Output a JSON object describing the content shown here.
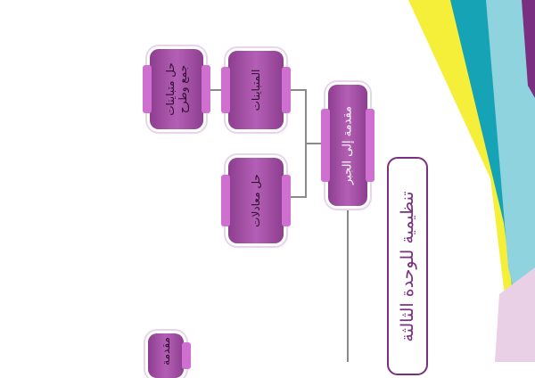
{
  "title": "تنظيمية للوحدة الثالثة",
  "nodes": {
    "root": "مقدمة إلى الجبر",
    "child1": "المتباينات",
    "child2": "حل معادلات",
    "grandchild1_line1": "حل متباينات",
    "grandchild1_line2": "جمع وطرح",
    "partial": "مقدمة"
  },
  "colors": {
    "node_dark": "#8d3e8f",
    "node_light": "#b45fb6",
    "title_border": "#7a2f80",
    "stripe_yellow": "#f5ef3a",
    "stripe_teal": "#16a3b6",
    "stripe_purple": "#7a2f80"
  }
}
